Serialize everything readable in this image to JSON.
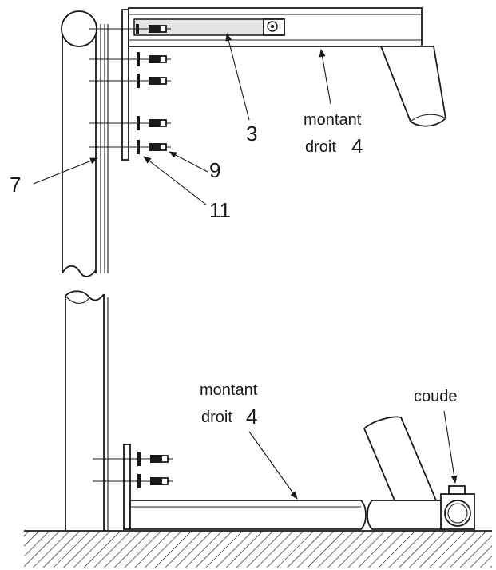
{
  "labels": {
    "part_3": "3",
    "montant_top_line1": "montant",
    "montant_top_line2": "droit",
    "montant_top_num": "4",
    "part_9": "9",
    "part_7": "7",
    "part_11": "11",
    "montant_bottom_line1": "montant",
    "montant_bottom_line2": "droit",
    "montant_bottom_num": "4",
    "coude": "coude"
  },
  "colors": {
    "ink": "#1a1a1a",
    "plate_fill": "#e3e3e3",
    "paper": "#ffffff"
  }
}
